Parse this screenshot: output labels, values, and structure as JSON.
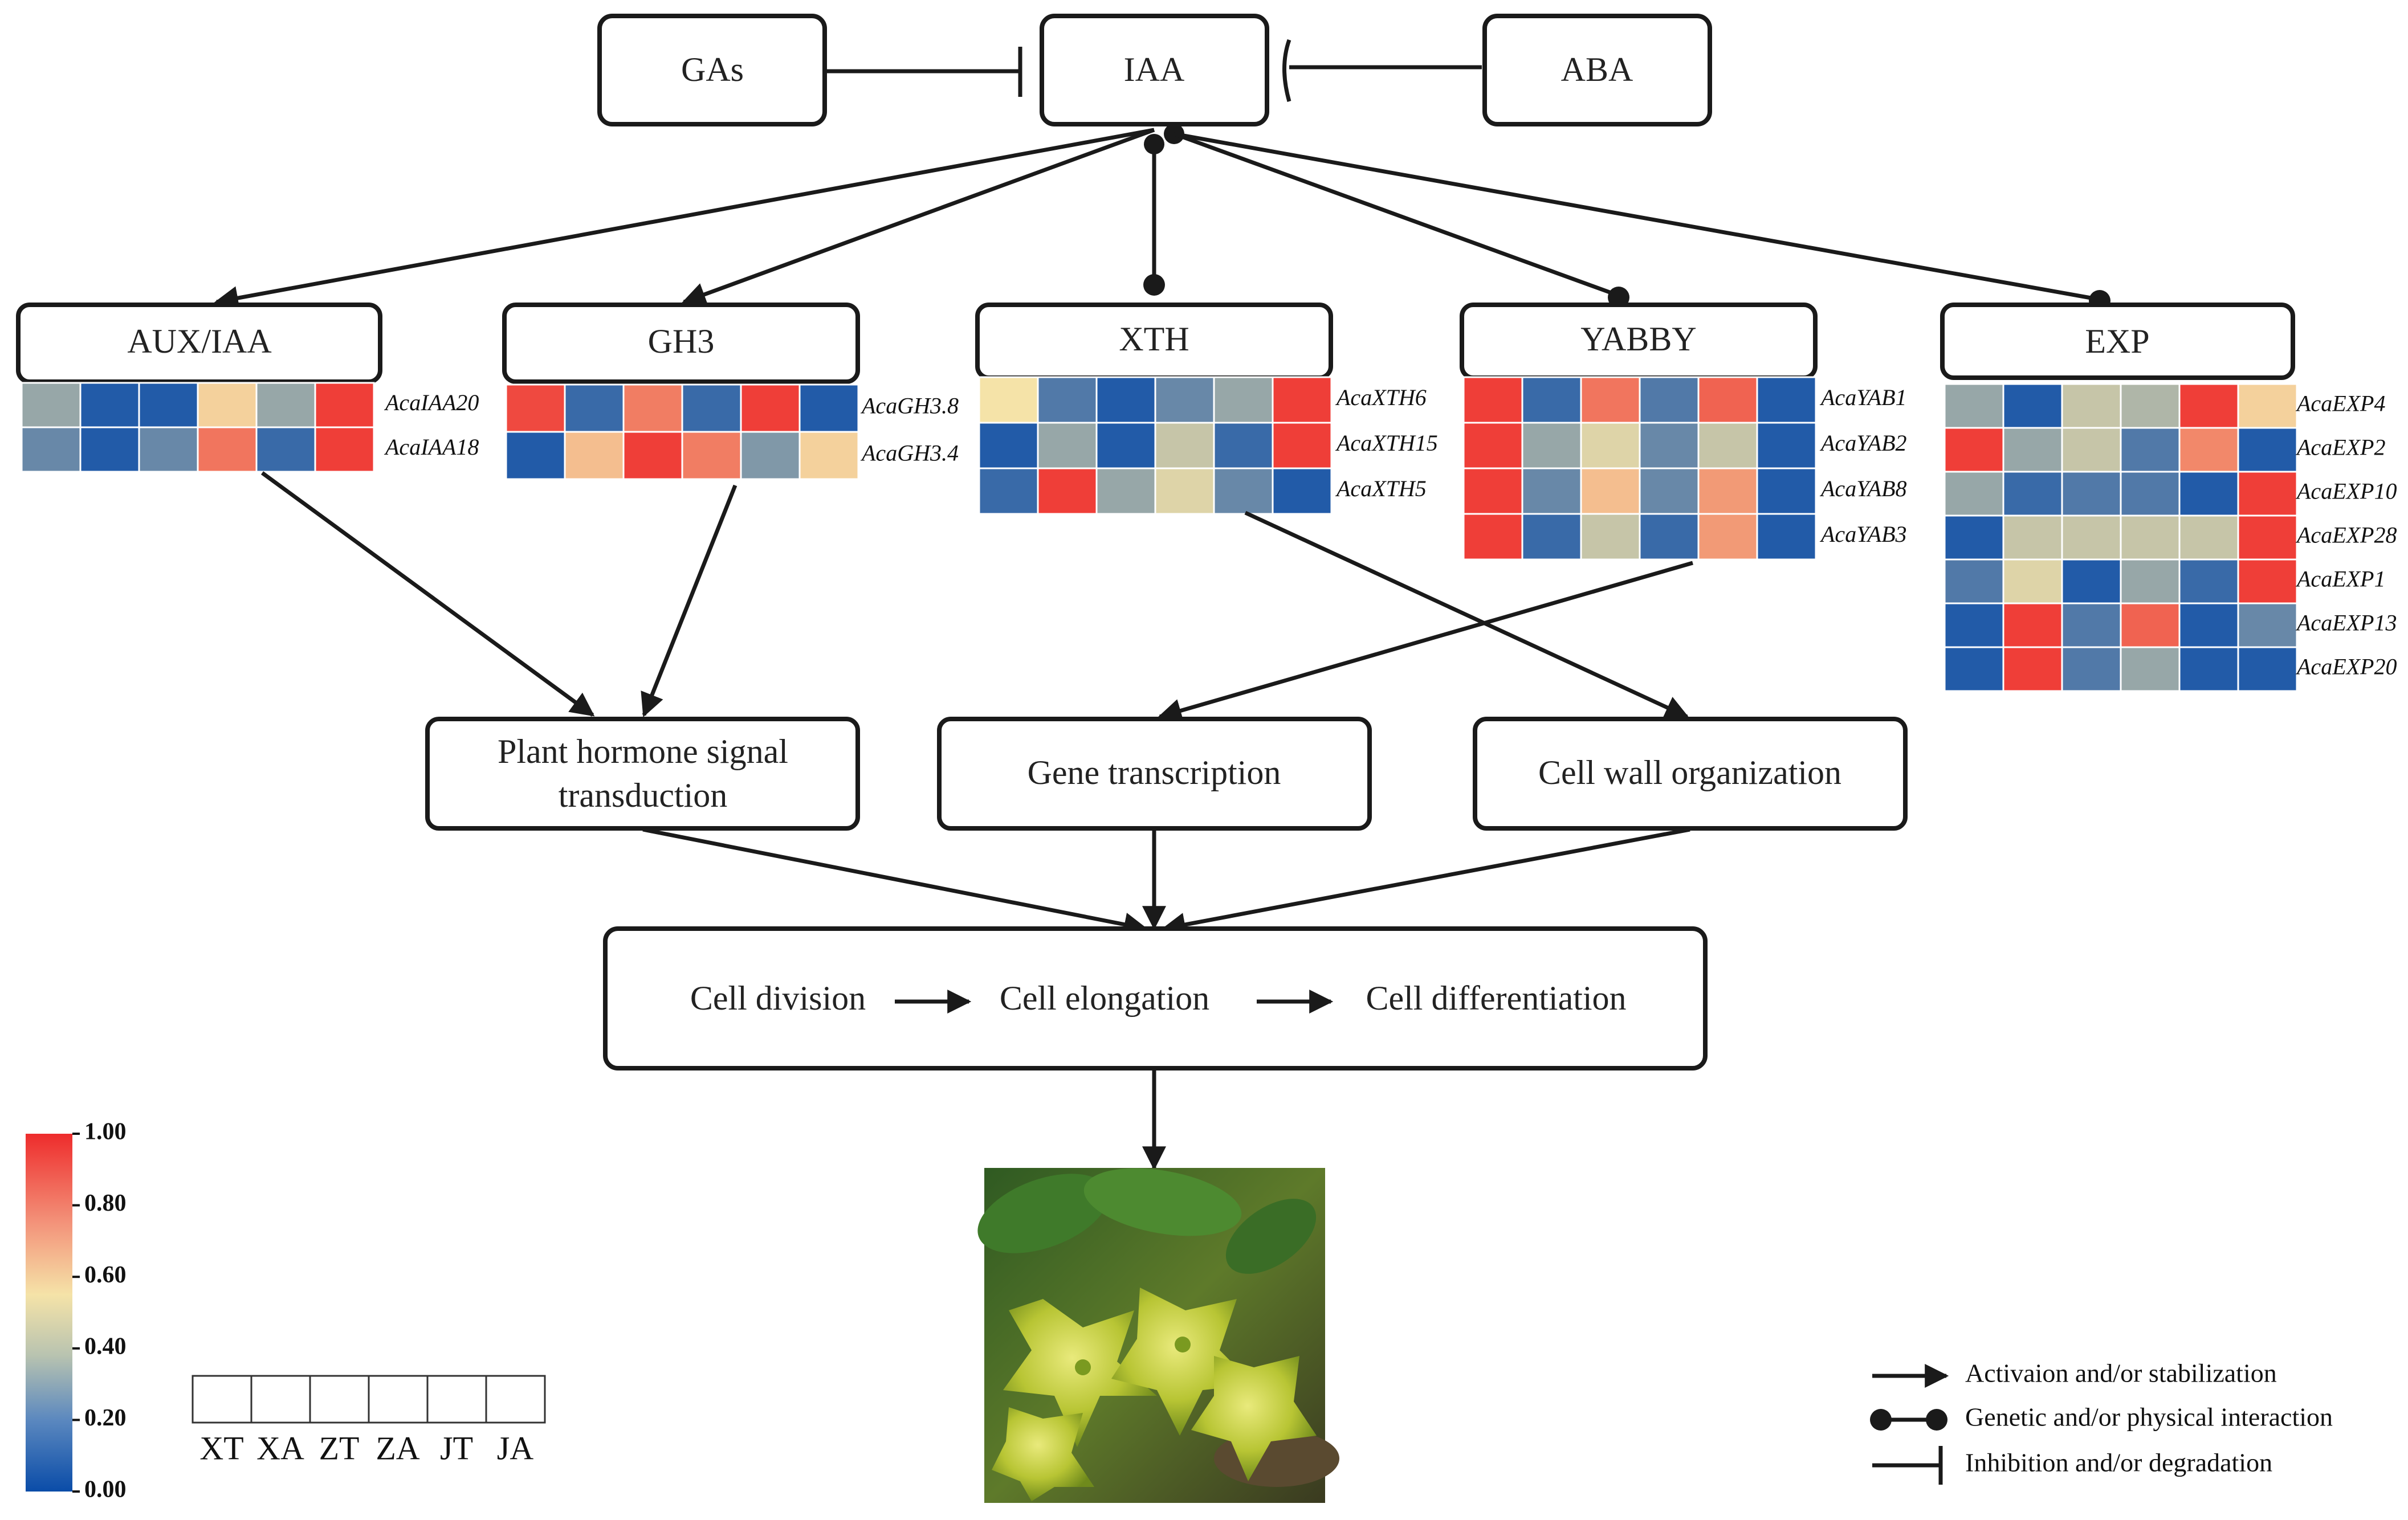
{
  "top_nodes": {
    "gas": "GAs",
    "iaa": "IAA",
    "aba": "ABA"
  },
  "families": [
    {
      "key": "auxiaa",
      "label": "AUX/IAA",
      "genes": [
        "AcaIAA20",
        "AcaIAA18"
      ],
      "values": [
        [
          0.3,
          0.05,
          0.05,
          0.55,
          0.3,
          0.95
        ],
        [
          0.2,
          0.05,
          0.2,
          0.8,
          0.1,
          0.95
        ]
      ]
    },
    {
      "key": "gh3",
      "label": "GH3",
      "genes": [
        "AcaGH3.8",
        "AcaGH3.4"
      ],
      "values": [
        [
          0.92,
          0.1,
          0.78,
          0.1,
          0.95,
          0.05
        ],
        [
          0.05,
          0.6,
          0.95,
          0.78,
          0.25,
          0.55
        ]
      ]
    },
    {
      "key": "xth",
      "label": "XTH",
      "genes": [
        "AcaXTH6",
        "AcaXTH15",
        "AcaXTH5"
      ],
      "values": [
        [
          0.5,
          0.15,
          0.05,
          0.2,
          0.3,
          0.95
        ],
        [
          0.05,
          0.3,
          0.05,
          0.4,
          0.1,
          0.95
        ],
        [
          0.1,
          0.95,
          0.3,
          0.45,
          0.2,
          0.05
        ]
      ]
    },
    {
      "key": "yabby",
      "label": "YABBY",
      "genes": [
        "AcaYAB1",
        "AcaYAB2",
        "AcaYAB8",
        "AcaYAB3"
      ],
      "values": [
        [
          0.95,
          0.1,
          0.8,
          0.15,
          0.85,
          0.05
        ],
        [
          0.95,
          0.3,
          0.45,
          0.2,
          0.4,
          0.05
        ],
        [
          0.95,
          0.2,
          0.6,
          0.2,
          0.7,
          0.05
        ],
        [
          0.95,
          0.1,
          0.4,
          0.1,
          0.7,
          0.05
        ]
      ]
    },
    {
      "key": "exp",
      "label": "EXP",
      "genes": [
        "AcaEXP4",
        "AcaEXP2",
        "AcaEXP10",
        "AcaEXP28",
        "AcaEXP1",
        "AcaEXP13",
        "AcaEXP20"
      ],
      "values": [
        [
          0.3,
          0.05,
          0.4,
          0.35,
          0.95,
          0.55
        ],
        [
          0.95,
          0.3,
          0.4,
          0.15,
          0.75,
          0.05
        ],
        [
          0.3,
          0.1,
          0.15,
          0.15,
          0.05,
          0.95
        ],
        [
          0.05,
          0.4,
          0.4,
          0.4,
          0.4,
          0.95
        ],
        [
          0.15,
          0.45,
          0.05,
          0.3,
          0.1,
          0.95
        ],
        [
          0.05,
          0.95,
          0.15,
          0.85,
          0.05,
          0.2
        ],
        [
          0.05,
          0.95,
          0.15,
          0.3,
          0.05,
          0.05
        ]
      ]
    }
  ],
  "processes": {
    "signal_line1": "Plant hormone signal",
    "signal_line2": "transduction",
    "transcription": "Gene transcription",
    "cellwall": "Cell wall organization"
  },
  "stages": {
    "division": "Cell division",
    "elongation": "Cell elongation",
    "differentiation": "Cell differentiation"
  },
  "colorbar": {
    "ticks": [
      "1.00",
      "0.80",
      "0.60",
      "0.40",
      "0.20",
      "0.00"
    ],
    "colors": {
      "high": "#ee2c2c",
      "mid": "#f5e3a8",
      "low": "#0a4ca8"
    }
  },
  "samples": [
    "XT",
    "XA",
    "ZT",
    "ZA",
    "JT",
    "JA"
  ],
  "legend": {
    "activation": "Activaion and/or stabilization",
    "interaction": "Genetic and/or physical interaction",
    "inhibition": "Inhibition and/or degradation"
  }
}
